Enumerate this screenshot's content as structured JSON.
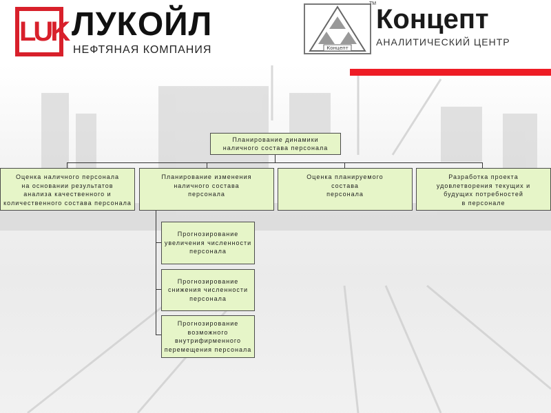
{
  "header": {
    "lukoil_name": "ЛУКОЙЛ",
    "lukoil_sub": "НЕФТЯНАЯ КОМПАНИЯ",
    "lukoil_mark_text": "LUK",
    "concept_name": "Концепт",
    "concept_sub": "АНАЛИТИЧЕСКИЙ ЦЕНТР",
    "concept_tm": "TM",
    "concept_mark_text": "Концепт"
  },
  "colors": {
    "box_fill": "#e6f5c8",
    "accent_red": "#ee1c25",
    "lukoil_red": "#d8202b"
  },
  "diagram": {
    "root": "Планирование динамики\nналичного состава персонала",
    "level1": [
      "Оценка наличного персонала\nна основании результатов\nанализа качественного и\nколичественного состава персонала",
      "Планирование изменения\nналичного состава\nперсонала",
      "Оценка планируемого\nсостава\nперсонала",
      "Разработка проекта\nудовлетворения текущих и\nбудущих потребностей\nв персонале"
    ],
    "level2": [
      "Прогнозирование\nувеличения численности\nперсонала",
      "Прогнозирование\nснижения численности\nперсонала",
      "Прогнозирование\nвозможного\nвнутрифирменного\nперемещения персонала"
    ]
  }
}
